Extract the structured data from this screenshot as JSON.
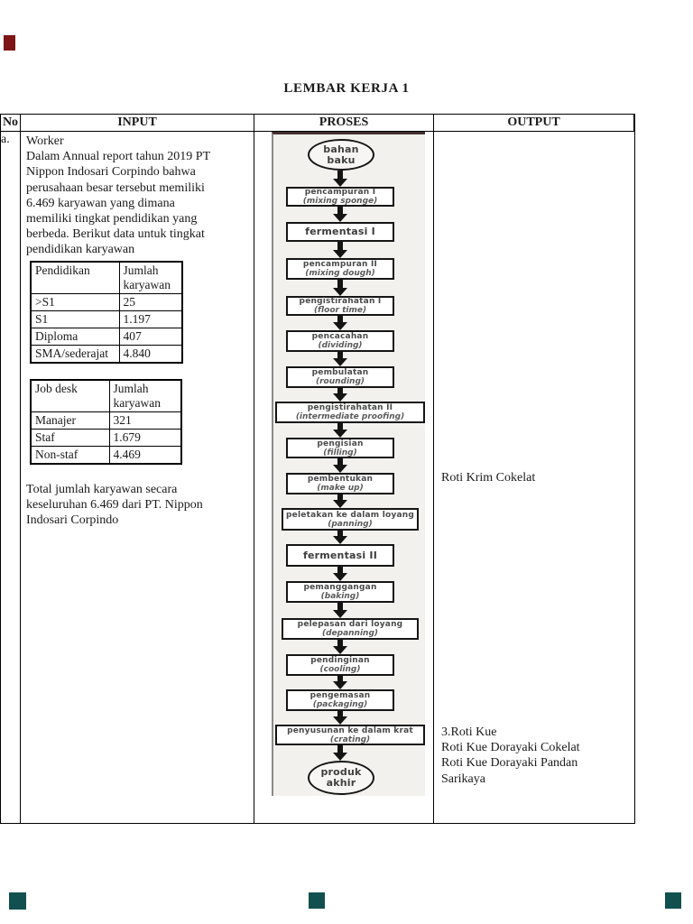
{
  "page": {
    "title": "LEMBAR KERJA 1"
  },
  "colors": {
    "mark_red": "#7d1416",
    "mark_teal": "#11504f",
    "border": "#000000",
    "flow_bg": "#f2f1ee"
  },
  "table": {
    "headers": [
      "No",
      "INPUT",
      "PROSES",
      "OUTPUT"
    ],
    "row_no": "a.",
    "input": {
      "paragraph_lines": [
        "Worker",
        "Dalam Annual report tahun 2019 PT",
        "Nippon Indosari Corpindo bahwa",
        "perusahaan besar tersebut memiliki",
        "6.469 karyawan yang dimana",
        "memiliki tingkat pendidikan yang",
        "berbeda. Berikut data untuk tingkat",
        "pendidikan karyawan"
      ],
      "education_table": {
        "headers": [
          "Pendidikan",
          "Jumlah karyawan"
        ],
        "rows": [
          [
            ">S1",
            "25"
          ],
          [
            "S1",
            "1.197"
          ],
          [
            "Diploma",
            "407"
          ],
          [
            "SMA/sederajat",
            "4.840"
          ]
        ]
      },
      "jobdesk_table": {
        "headers": [
          "Job desk",
          "Jumlah karyawan"
        ],
        "rows": [
          [
            "Manajer",
            "321"
          ],
          [
            "Staf",
            "1.679"
          ],
          [
            "Non-staf",
            "4.469"
          ]
        ]
      },
      "total_lines": [
        "Total jumlah karyawan secara",
        "keseluruhan 6.469 dari PT. Nippon",
        "Indosari Corpindo"
      ]
    },
    "proses": {
      "flow": [
        {
          "type": "ellipse",
          "label": "bahan baku",
          "sub": ""
        },
        {
          "type": "box",
          "label": "pencampuran I",
          "sub": "(mixing sponge)"
        },
        {
          "type": "box-big",
          "label": "fermentasi I",
          "sub": ""
        },
        {
          "type": "box",
          "label": "pencampuran II",
          "sub": "(mixing dough)"
        },
        {
          "type": "box",
          "label": "pengistirahatan I",
          "sub": "(floor time)"
        },
        {
          "type": "box",
          "label": "pencacahan",
          "sub": "(dividing)"
        },
        {
          "type": "box",
          "label": "pembulatan",
          "sub": "(rounding)"
        },
        {
          "type": "wide",
          "label": "pengistirahatan II",
          "sub": "(intermediate proofing)"
        },
        {
          "type": "box",
          "label": "pengisian",
          "sub": "(filling)"
        },
        {
          "type": "box",
          "label": "pembentukan",
          "sub": "(make up)"
        },
        {
          "type": "wide2",
          "label": "peletakan ke dalam loyang",
          "sub": "(panning)"
        },
        {
          "type": "box-big",
          "label": "fermentasi II",
          "sub": ""
        },
        {
          "type": "box",
          "label": "pemanggangan",
          "sub": "(baking)"
        },
        {
          "type": "wide2",
          "label": "pelepasan dari loyang",
          "sub": "(depanning)"
        },
        {
          "type": "box",
          "label": "pendinginan",
          "sub": "(cooling)"
        },
        {
          "type": "box",
          "label": "pengemasan",
          "sub": "(packaging)"
        },
        {
          "type": "wide",
          "label": "penyusunan ke dalam krat",
          "sub": "(crating)"
        },
        {
          "type": "ellipse",
          "label": "produk akhir",
          "sub": ""
        }
      ]
    },
    "output": {
      "item1": "Roti Krim Cokelat",
      "bottom_lines": [
        "3.Roti Kue",
        "Roti Kue Dorayaki Cokelat",
        "Roti Kue Dorayaki Pandan",
        "Sarikaya"
      ]
    }
  }
}
